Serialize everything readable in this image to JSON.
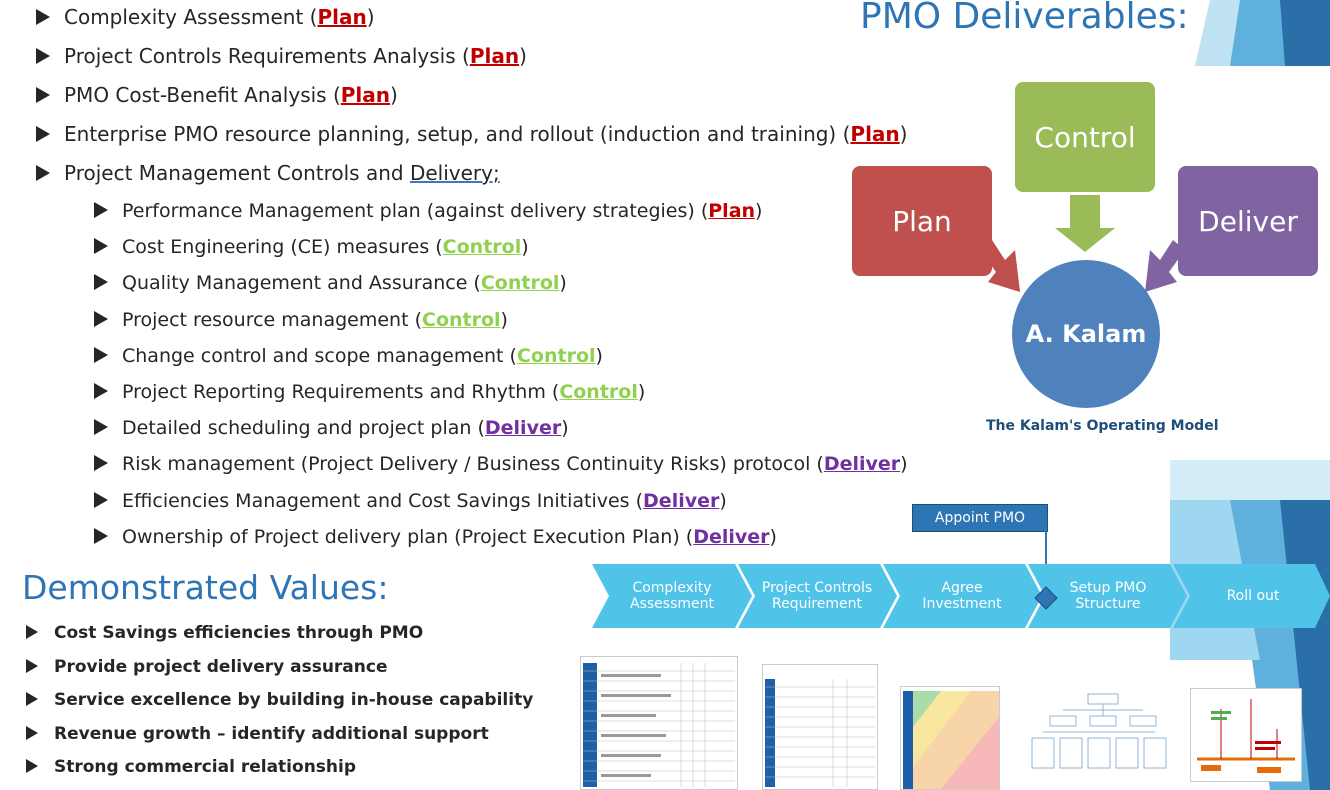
{
  "page_title": "PMO Deliverables:",
  "main_items": [
    {
      "text": "Complexity Assessment (",
      "tag": "Plan",
      "close": ")"
    },
    {
      "text": "Project Controls Requirements Analysis (",
      "tag": "Plan",
      "close": ")"
    },
    {
      "text": "PMO Cost-Benefit Analysis (",
      "tag": "Plan",
      "close": ")"
    },
    {
      "text": "Enterprise PMO resource planning, setup, and rollout (induction and training) (",
      "tag": "Plan",
      "close": ")"
    },
    {
      "text": "Project Management Controls and ",
      "tag": "Delivery;",
      "close": ""
    }
  ],
  "sub_items": [
    {
      "text": "Performance Management plan (against delivery strategies) (",
      "tag": "Plan",
      "close": ")"
    },
    {
      "text": "Cost Engineering (CE) measures (",
      "tag": "Control",
      "close": ")"
    },
    {
      "text": "Quality Management and Assurance (",
      "tag": "Control",
      "close": ")"
    },
    {
      "text": "Project resource management (",
      "tag": "Control",
      "close": ")"
    },
    {
      "text": "Change control and scope management (",
      "tag": "Control",
      "close": ")"
    },
    {
      "text": "Project Reporting Requirements and Rhythm (",
      "tag": "Control",
      "close": ")"
    },
    {
      "text": "Detailed scheduling and project plan (",
      "tag": "Deliver",
      "close": ")"
    },
    {
      "text": "Risk management (Project Delivery / Business Continuity Risks) protocol (",
      "tag": "Deliver",
      "close": ")"
    },
    {
      "text": "Efficiencies Management and Cost Savings Initiatives (",
      "tag": "Deliver",
      "close": ")"
    },
    {
      "text": "Ownership of Project delivery plan (Project Execution Plan) (",
      "tag": "Deliver",
      "close": ")"
    }
  ],
  "values_title": "Demonstrated Values:",
  "values": [
    "Cost Savings efficiencies through PMO",
    "Provide project delivery assurance",
    "Service excellence by building in-house capability",
    "Revenue growth – identify additional support",
    "Strong commercial relationship"
  ],
  "model": {
    "plan": "Plan",
    "control": "Control",
    "deliver": "Deliver",
    "center": "A. Kalam",
    "caption": "The Kalam's Operating Model"
  },
  "process": {
    "callout": "Appoint PMO",
    "steps": [
      "Complexity Assessment",
      "Project Controls Requirement",
      "Agree Investment",
      "Setup PMO Structure",
      "Roll out"
    ]
  },
  "colors": {
    "plan": "#c00000",
    "control": "#92d050",
    "deliver": "#7030a0",
    "title": "#2e75b6",
    "plan_box": "#c0504d",
    "control_box": "#9bbb59",
    "deliver_box": "#8064a2",
    "center_circle": "#4f81bd",
    "chevron": "#4fc3e8"
  }
}
